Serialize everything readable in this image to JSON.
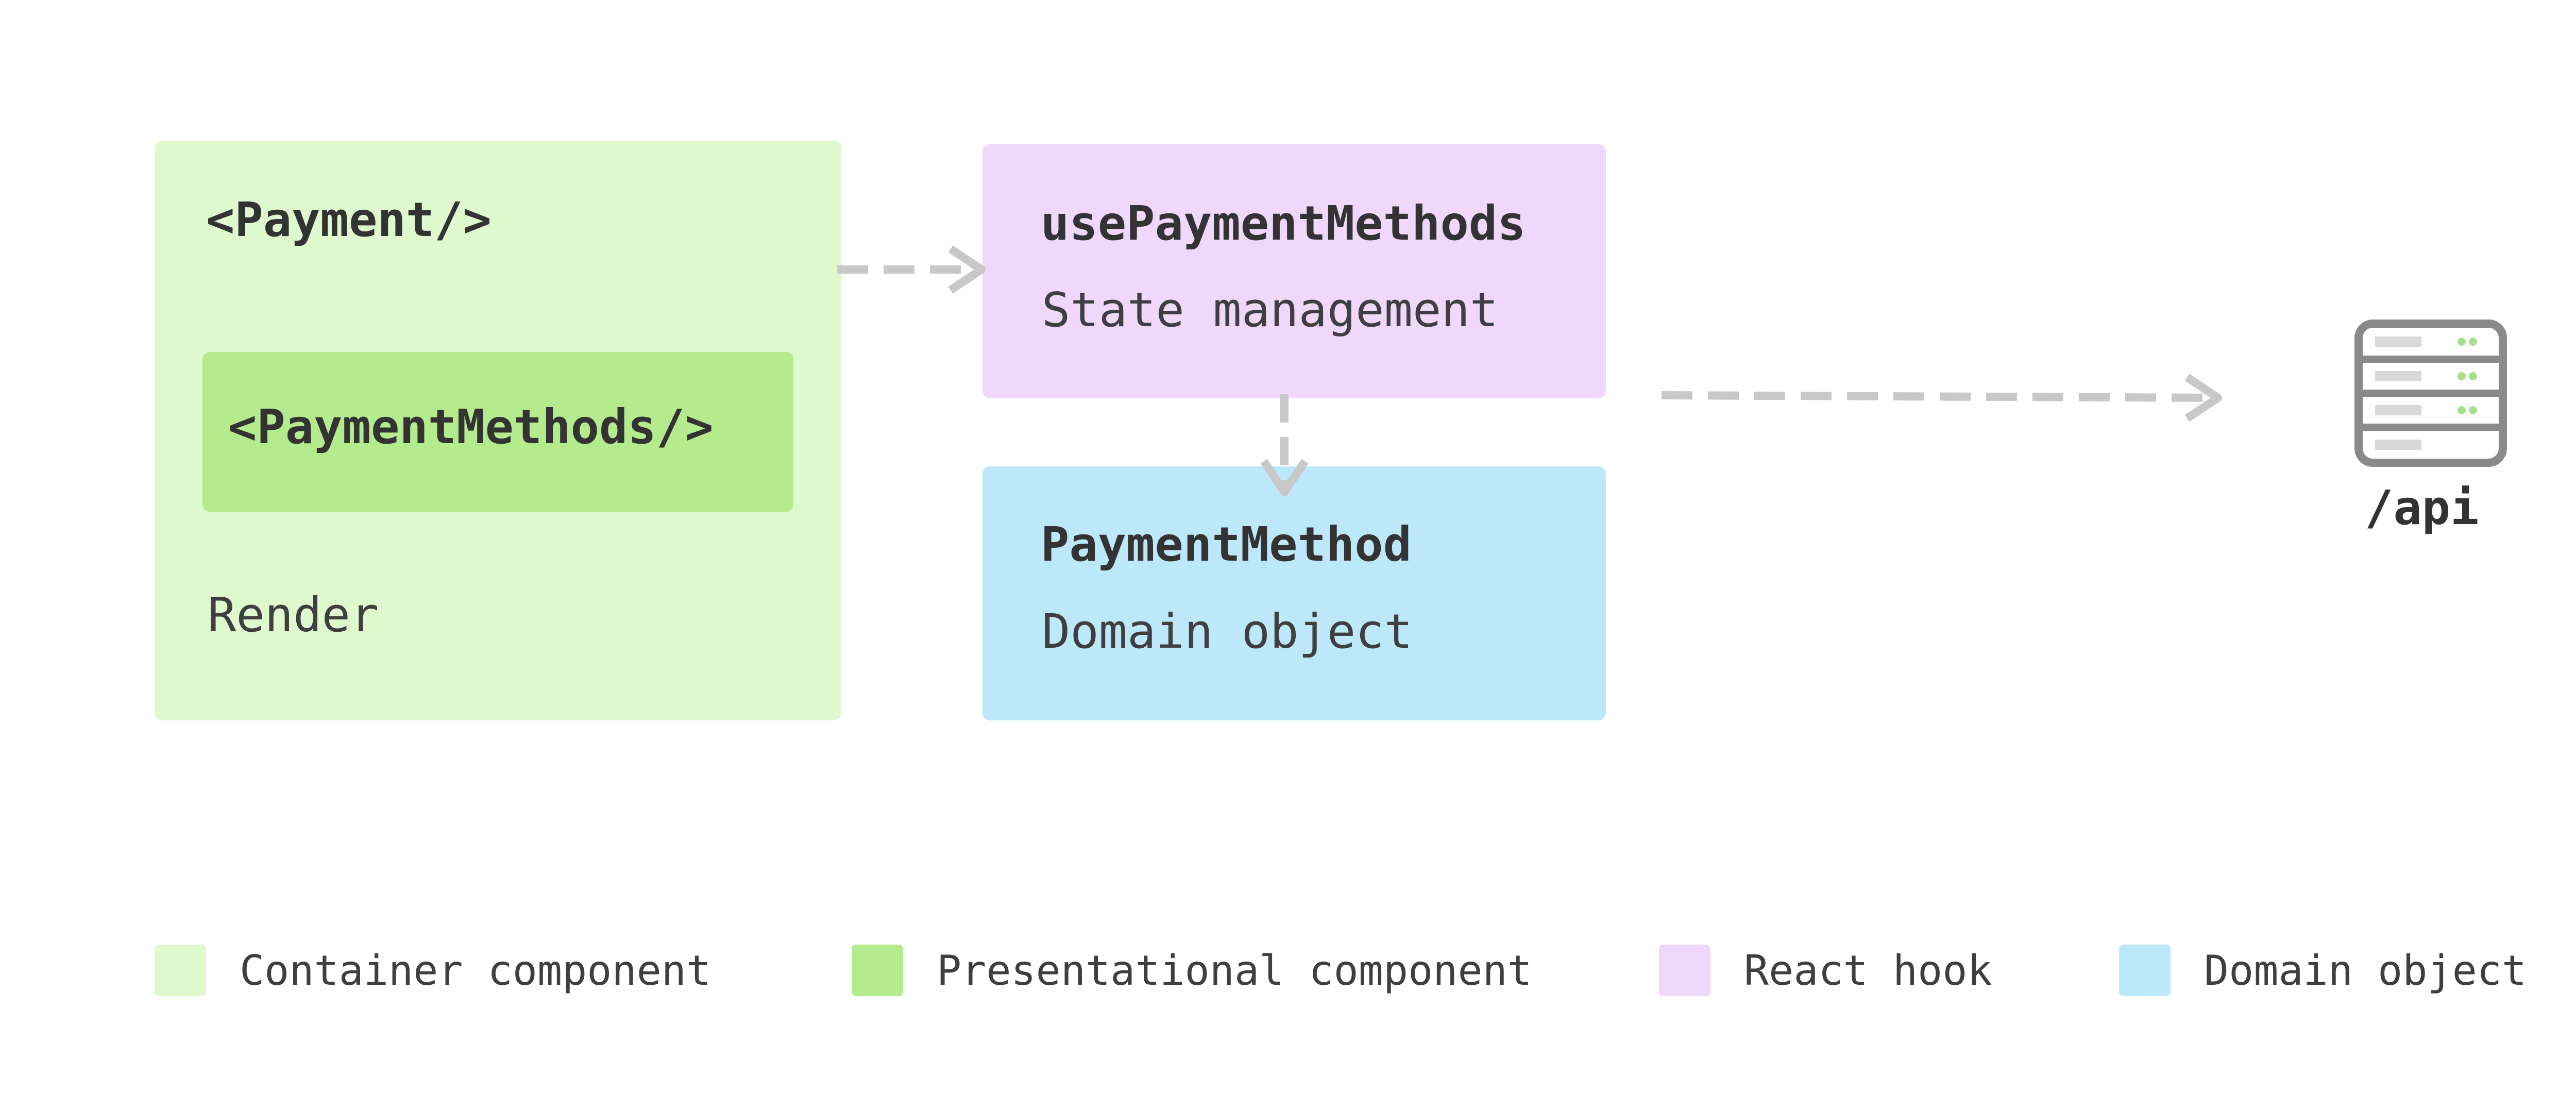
{
  "nodes": {
    "payment": {
      "title": "<Payment/>",
      "caption": "Render"
    },
    "payment_methods": {
      "title": "<PaymentMethods/>"
    },
    "use_payment_methods": {
      "title": "usePaymentMethods",
      "caption": "State management"
    },
    "payment_method": {
      "title": "PaymentMethod",
      "caption": "Domain object"
    },
    "api": {
      "label": "/api",
      "icon": "server-icon"
    }
  },
  "legend": [
    {
      "label": "Container component",
      "color": "#dff9cf"
    },
    {
      "label": "Presentational component",
      "color": "#b3eb8d"
    },
    {
      "label": "React hook",
      "color": "#f0d7fc"
    },
    {
      "label": "Domain object",
      "color": "#bde8fa"
    }
  ],
  "colors": {
    "arrow": "#c8c8c8",
    "server": "#8a8a8a",
    "server_led": "#a8e08a",
    "text": "#333333"
  }
}
